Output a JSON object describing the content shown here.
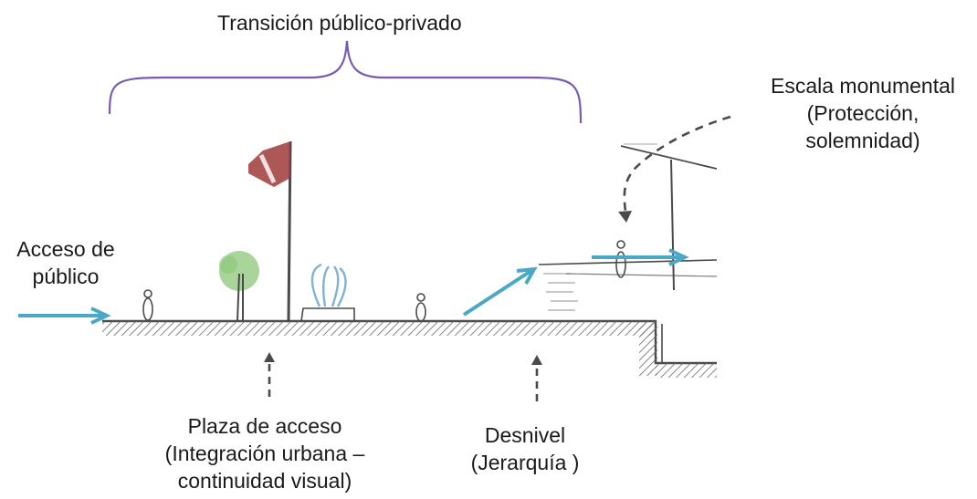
{
  "colors": {
    "arrow": "#4aa8c6",
    "brace": "#7a5bb0",
    "pencil": "#4a4a4a",
    "hatch": "#5a5a5a",
    "flag_red": "#a03a3a",
    "tree": "#8cc77a",
    "fountain": "#7fb3d6"
  },
  "labels": {
    "transition": "Transición público-privado",
    "monumental": [
      "Escala monumental",
      "(Protección,",
      "solemnidad)"
    ],
    "access": [
      "Acceso de",
      "público"
    ],
    "plaza": [
      "Plaza de acceso",
      "(Integración urbana –",
      "continuidad visual)"
    ],
    "level": [
      "Desnivel",
      "(Jerarquía )"
    ]
  },
  "icons": {
    "arrows": "cyan-arrow-icon",
    "figures": "person-icon",
    "flag": "flag-icon",
    "tree": "tree-icon",
    "fountain": "fountain-icon",
    "brace": "curly-brace-icon"
  }
}
